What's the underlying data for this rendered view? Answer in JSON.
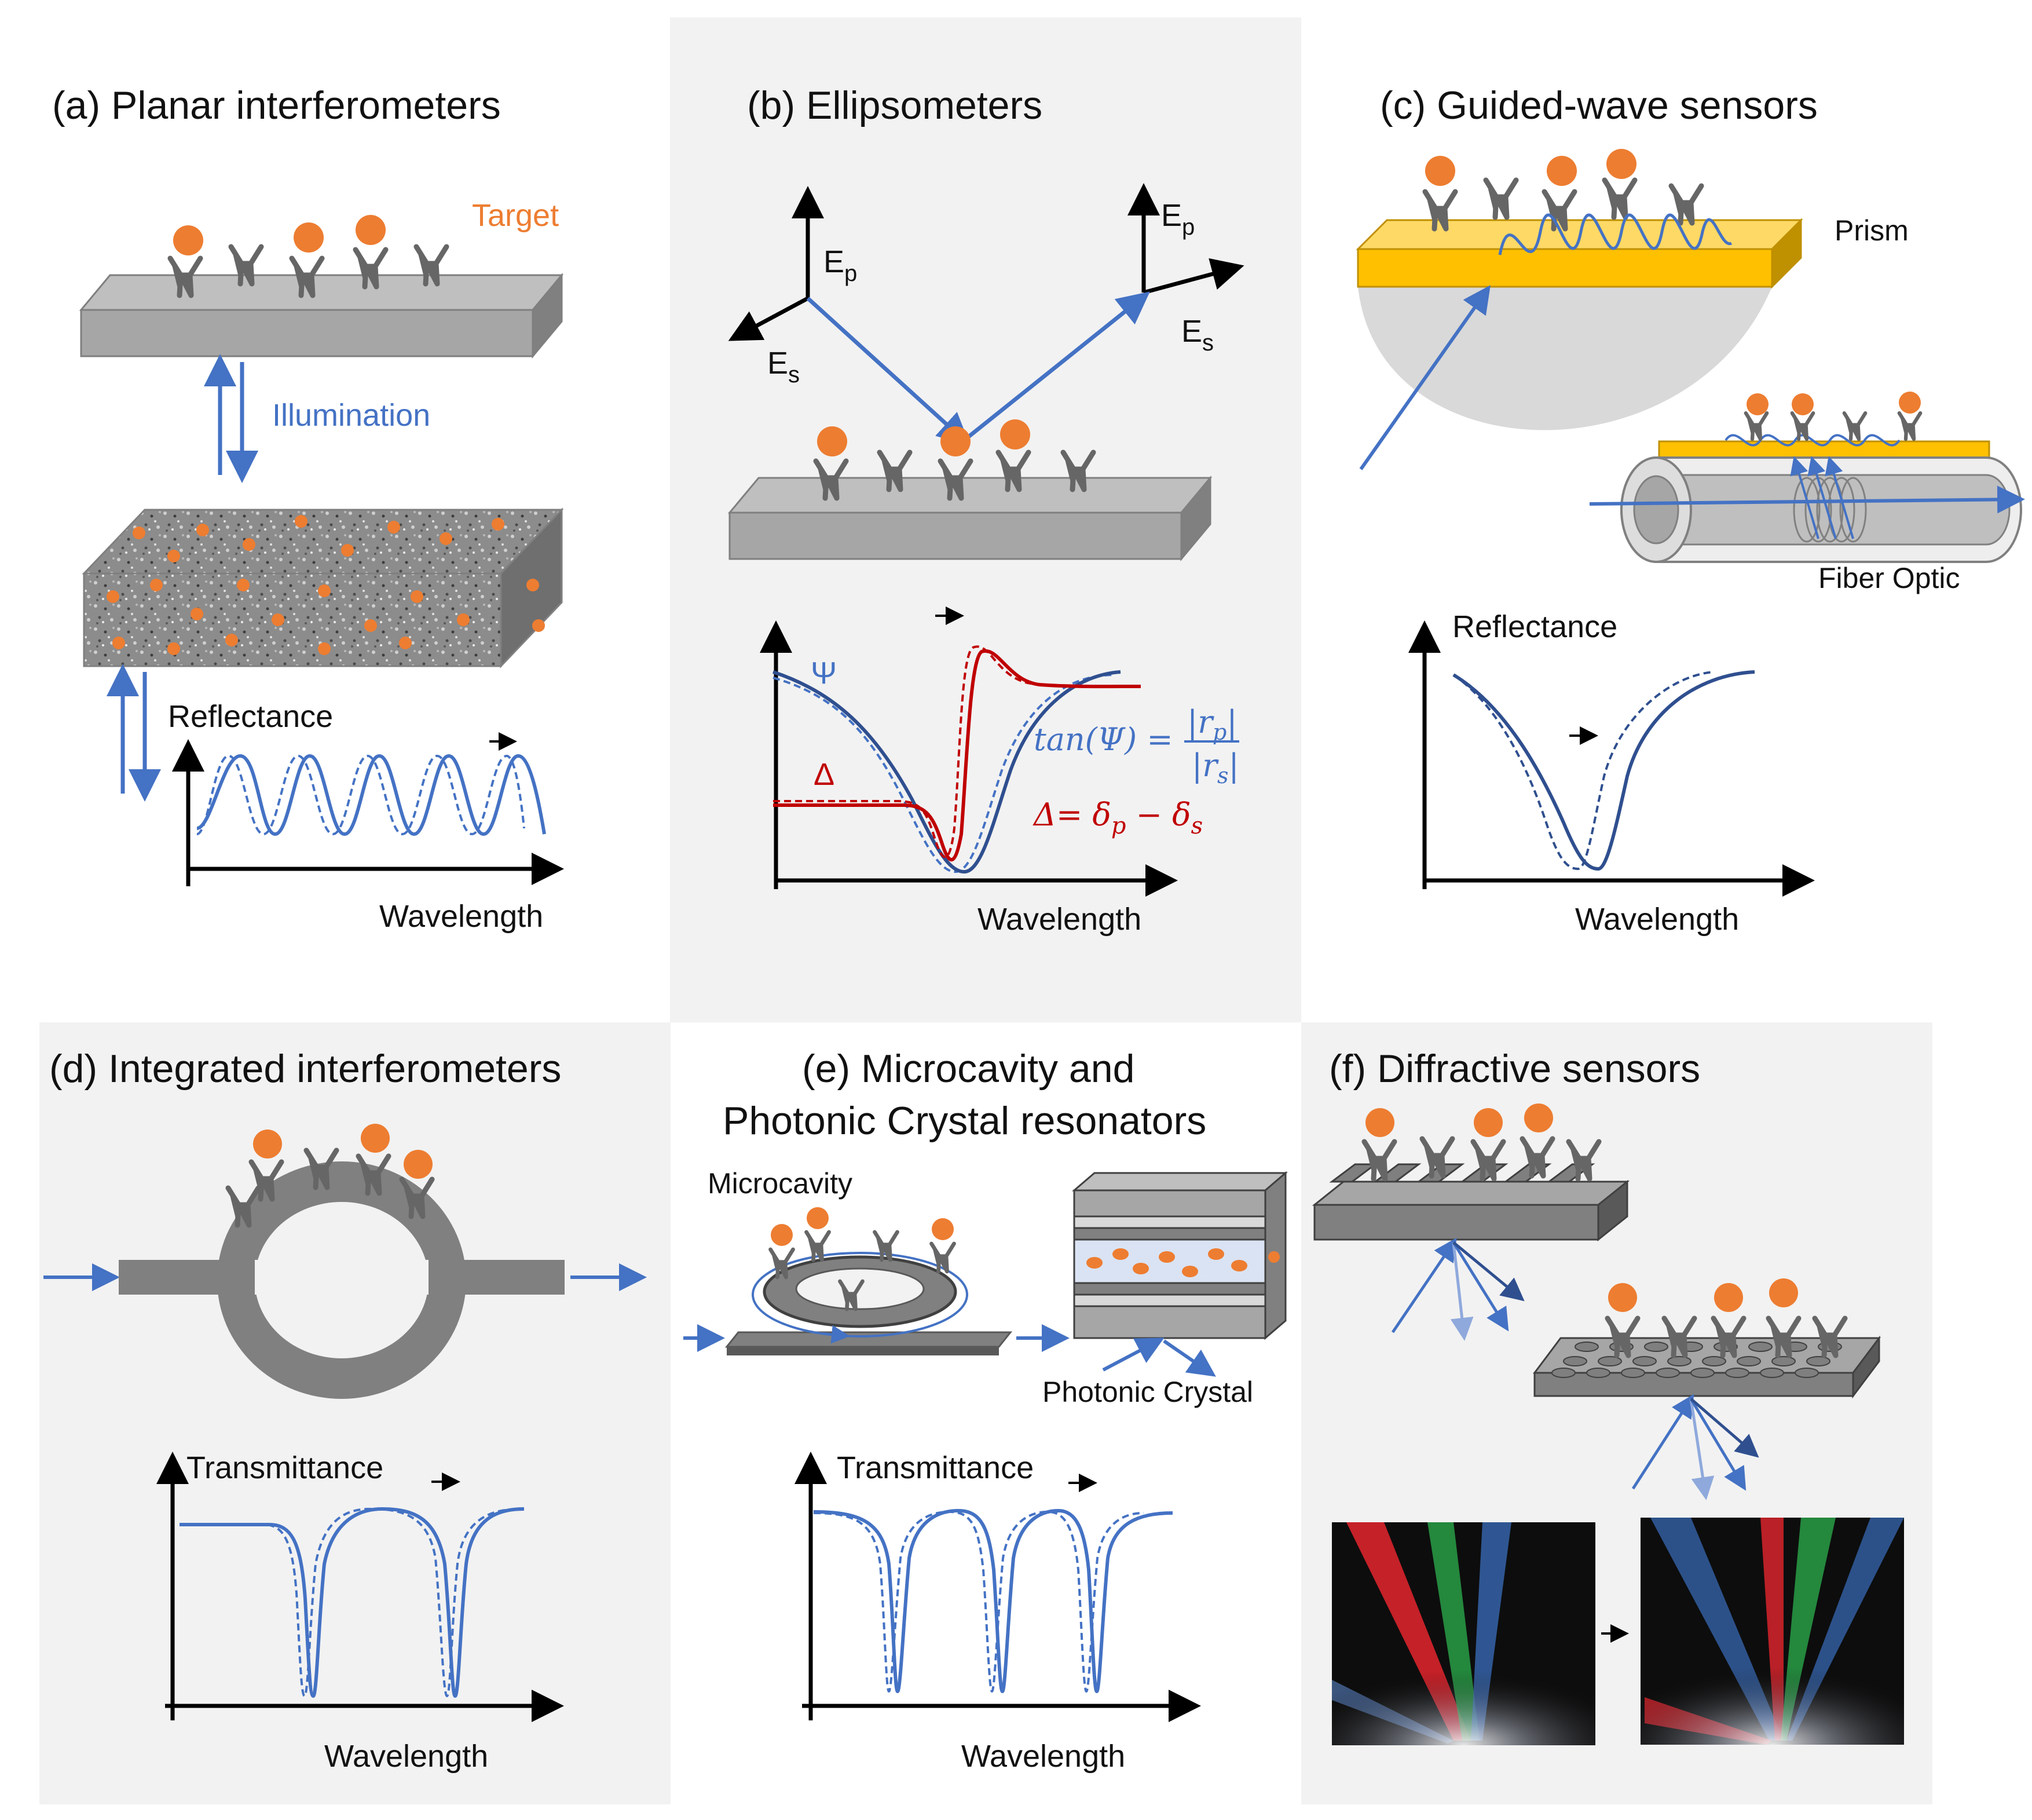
{
  "colors": {
    "accent_blue": "#4472c4",
    "dark_blue": "#2f4f8f",
    "target_orange": "#ed7d31",
    "delta_red": "#c00000",
    "gray_block": "#a6a6a6",
    "panel_bg": "#f2f2f2",
    "prism_yellow": "#ffc000"
  },
  "panels": {
    "a": {
      "title": "(a) Planar interferometers",
      "target_label": "Target",
      "illumination_label": "Illumination",
      "ylabel": "Reflectance",
      "xlabel": "Wavelength"
    },
    "b": {
      "title": "(b) Ellipsometers",
      "ep_label": "E",
      "ep_sub": "p",
      "es_label": "E",
      "es_sub": "s",
      "psi_label": "Ψ",
      "delta_label": "Δ",
      "eq_tan_lhs": "tan(Ψ) =",
      "eq_tan_num": "|r",
      "eq_tan_num_sub": "p",
      "eq_tan_den": "|r",
      "eq_tan_den_sub": "s",
      "eq_delta_lhs": "Δ= δ",
      "eq_delta_sub1": "p",
      "eq_delta_mid": " − δ",
      "eq_delta_sub2": "s",
      "xlabel": "Wavelength"
    },
    "c": {
      "title": "(c) Guided-wave sensors",
      "prism_label": "Prism",
      "fiber_label": "Fiber Optic",
      "ylabel": "Reflectance",
      "xlabel": "Wavelength"
    },
    "d": {
      "title": "(d) Integrated interferometers",
      "ylabel": "Transmittance",
      "xlabel": "Wavelength"
    },
    "e": {
      "title_line1": "(e) Microcavity and",
      "title_line2": "Photonic Crystal resonators",
      "microcavity_label": "Microcavity",
      "pc_label": "Photonic Crystal",
      "ylabel": "Transmittance",
      "xlabel": "Wavelength"
    },
    "f": {
      "title": "(f) Diffractive sensors"
    }
  }
}
